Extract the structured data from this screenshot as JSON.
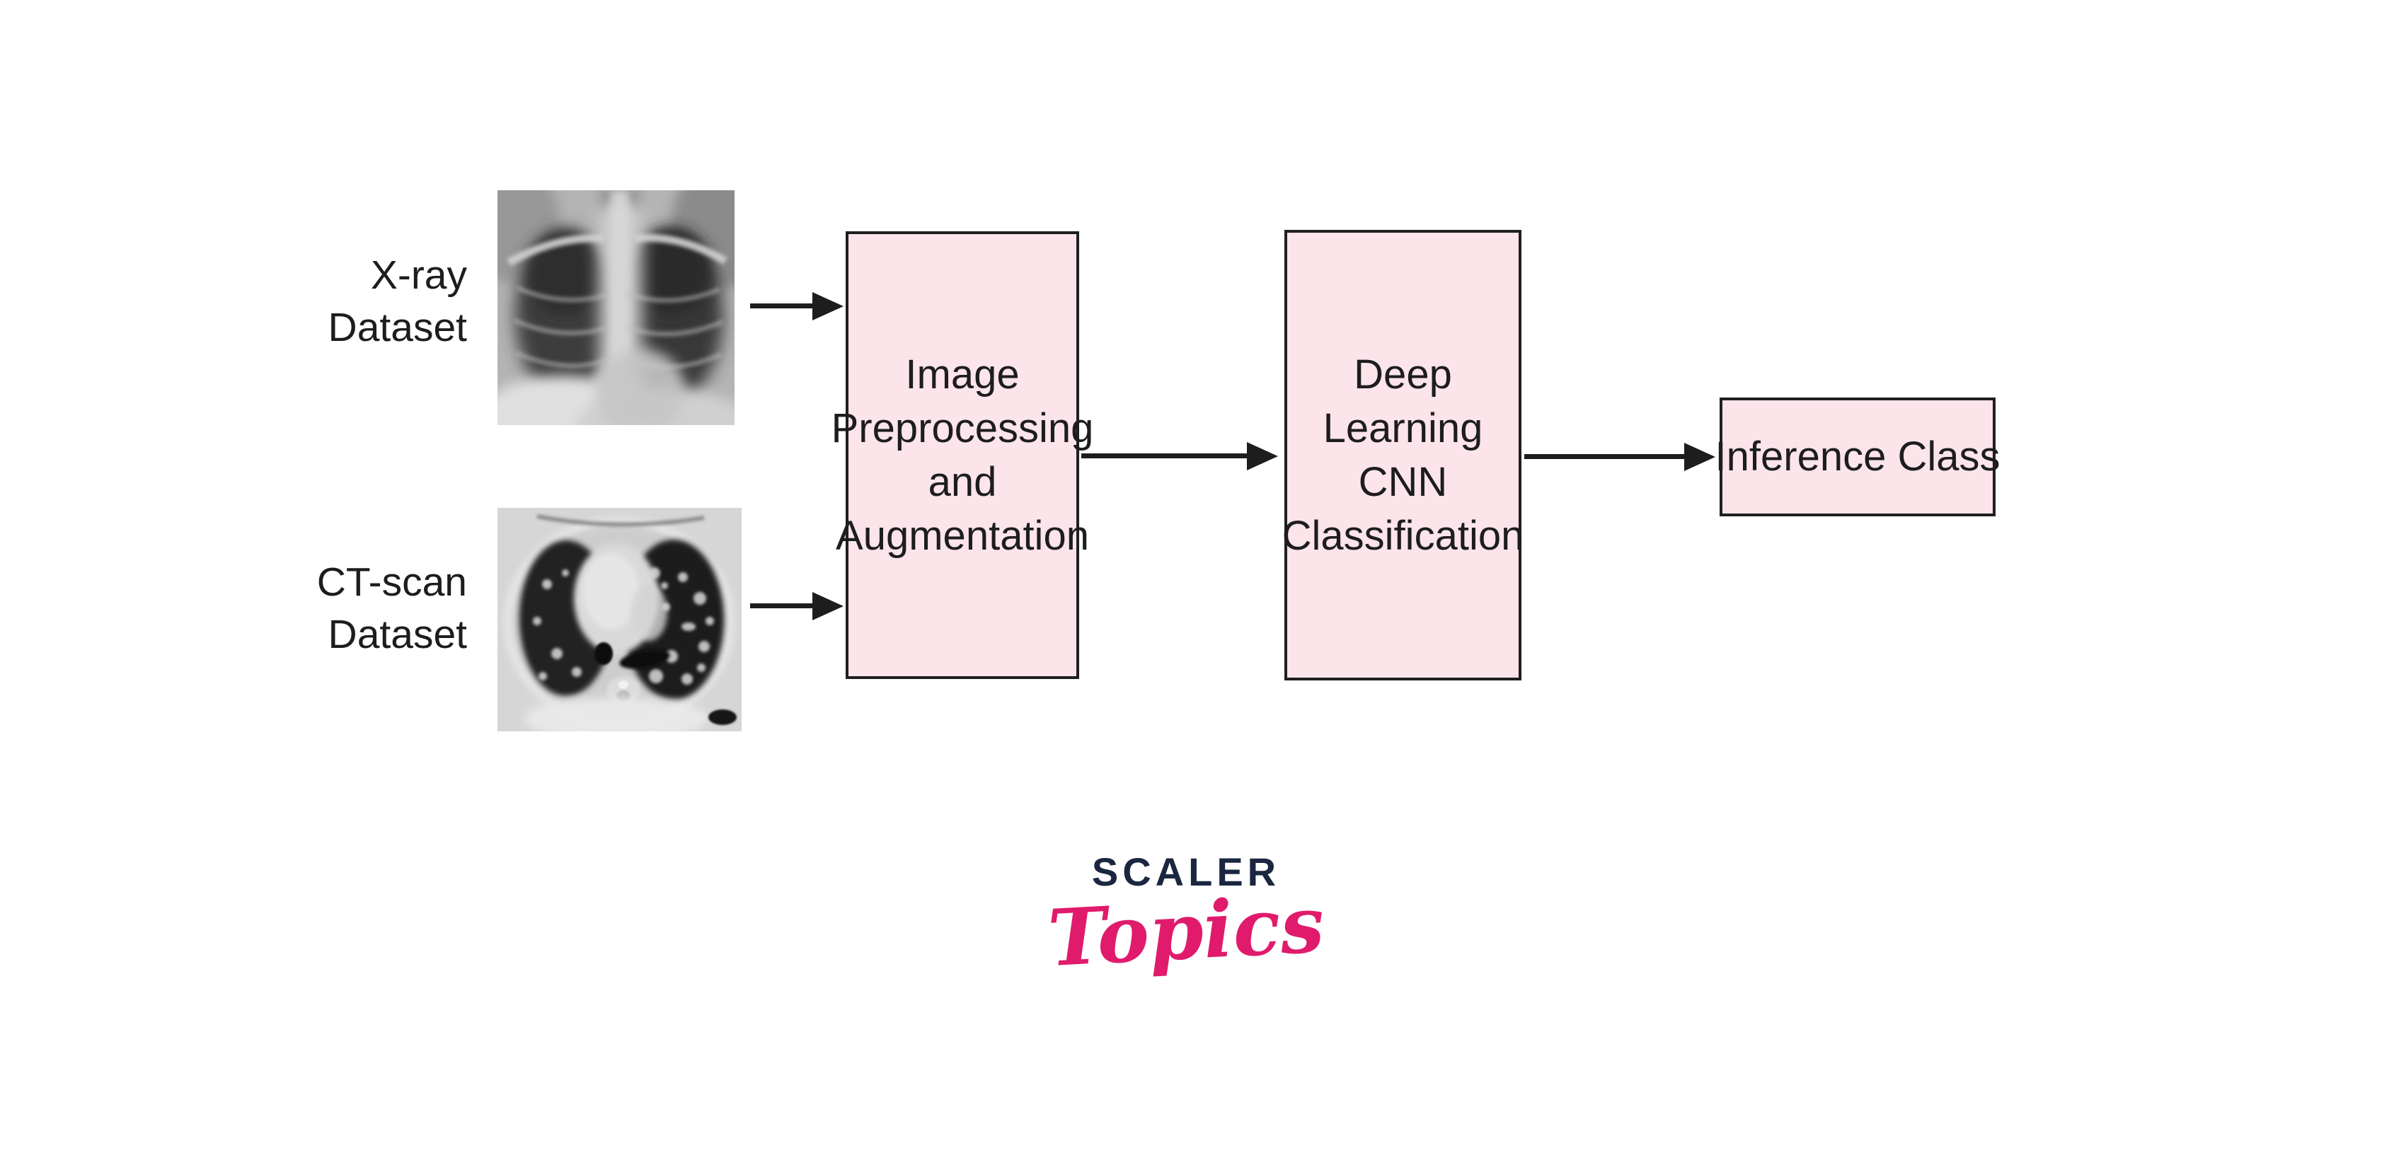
{
  "diagram": {
    "background": "#ffffff",
    "colors": {
      "box_fill": "#fce4eb",
      "box_border": "#1f1f1f",
      "arrow": "#1d1d1d",
      "text": "#1d1d1d",
      "logo_navy": "#1b2740",
      "logo_pink": "#e01b6c"
    },
    "inputs": [
      {
        "label_lines": [
          "X-ray",
          "Dataset"
        ],
        "image": "chest-xray"
      },
      {
        "label_lines": [
          "CT-scan",
          "Dataset"
        ],
        "image": "ct-scan-axial-slice"
      }
    ],
    "nodes": [
      {
        "id": "preprocessing",
        "lines": [
          "Image",
          "Preprocessing",
          "and",
          "Augmentation"
        ]
      },
      {
        "id": "cnn",
        "lines": [
          "Deep",
          "Learning",
          "CNN",
          "Classification"
        ]
      },
      {
        "id": "inference",
        "lines": [
          "Inference Class"
        ]
      }
    ]
  },
  "logo": {
    "brand": "SCALER",
    "sub_brand": "Topics"
  }
}
